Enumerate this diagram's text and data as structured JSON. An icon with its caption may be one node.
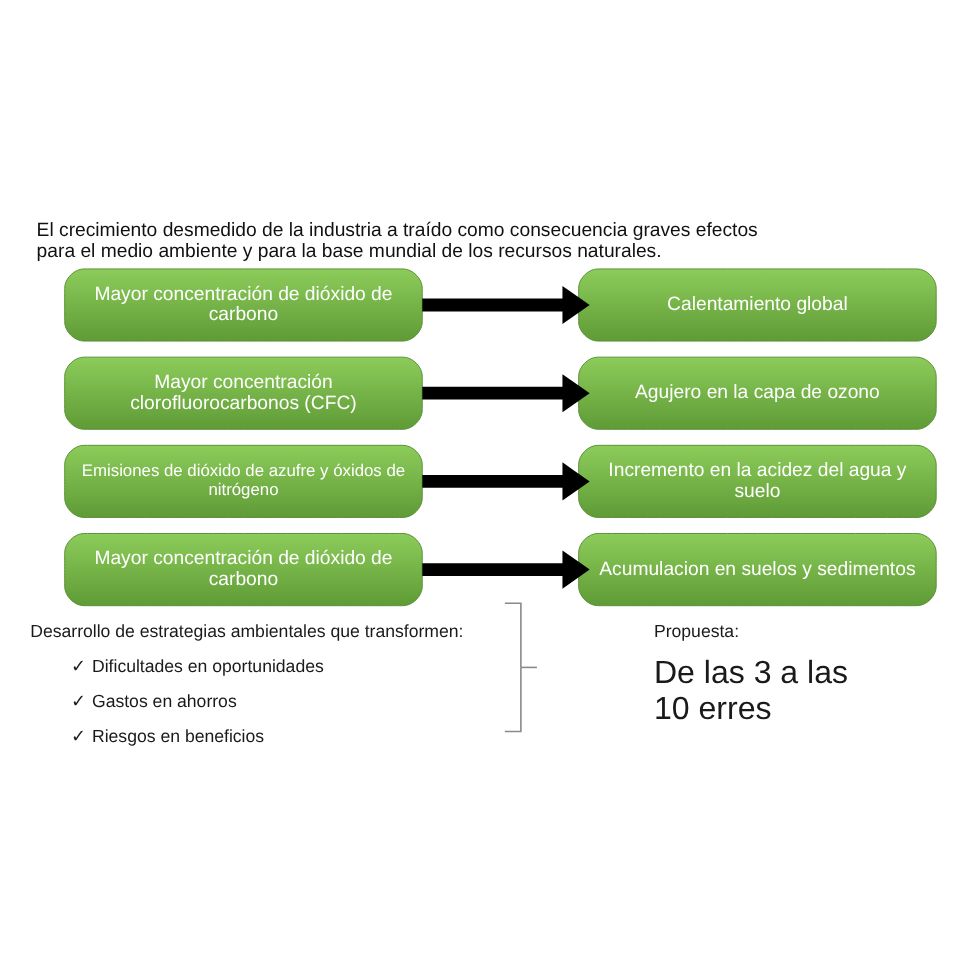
{
  "diagram": {
    "title": "El crecimiento desmedido de la industria a traído como consecuencia graves efectos para el medio ambiente y para la base mundial de los recursos naturales.",
    "nodes": [
      {
        "text": [
          "Mayor concentración de dióxido de carbono"
        ]
      },
      {
        "text": [
          "Calentamiento global"
        ]
      },
      {
        "text": [
          "Mayor concentración clorofluorocarbonos (CFC)"
        ]
      },
      {
        "text": [
          "Agujero en la capa de ozono"
        ]
      },
      {
        "text": [
          "Emisiones de dióxido de azufre y óxidos de nitrógeno"
        ]
      },
      {
        "text": [
          "Incremento en la acidez del agua y suelo"
        ]
      },
      {
        "text": [
          "Mayor concentración de dióxido de carbono"
        ]
      },
      {
        "text": [
          "Acumulacion en suelos y sedimentos"
        ]
      }
    ],
    "edges": [
      {
        "from": 0,
        "to": 1,
        "arrow": "to"
      },
      {
        "from": 2,
        "to": 3,
        "arrow": "to"
      },
      {
        "from": 4,
        "to": 5,
        "arrow": "to"
      },
      {
        "from": 6,
        "to": 7,
        "arrow": "to"
      }
    ],
    "labels": [
      "Desarrollo de estrategias ambientales que transformen:",
      "✓ Dificultades en oportunidades",
      "✓ Gastos en ahorros",
      "✓ Riesgos en beneficios",
      "Propuesta:",
      "De las 3 a las 10 erres"
    ]
  }
}
